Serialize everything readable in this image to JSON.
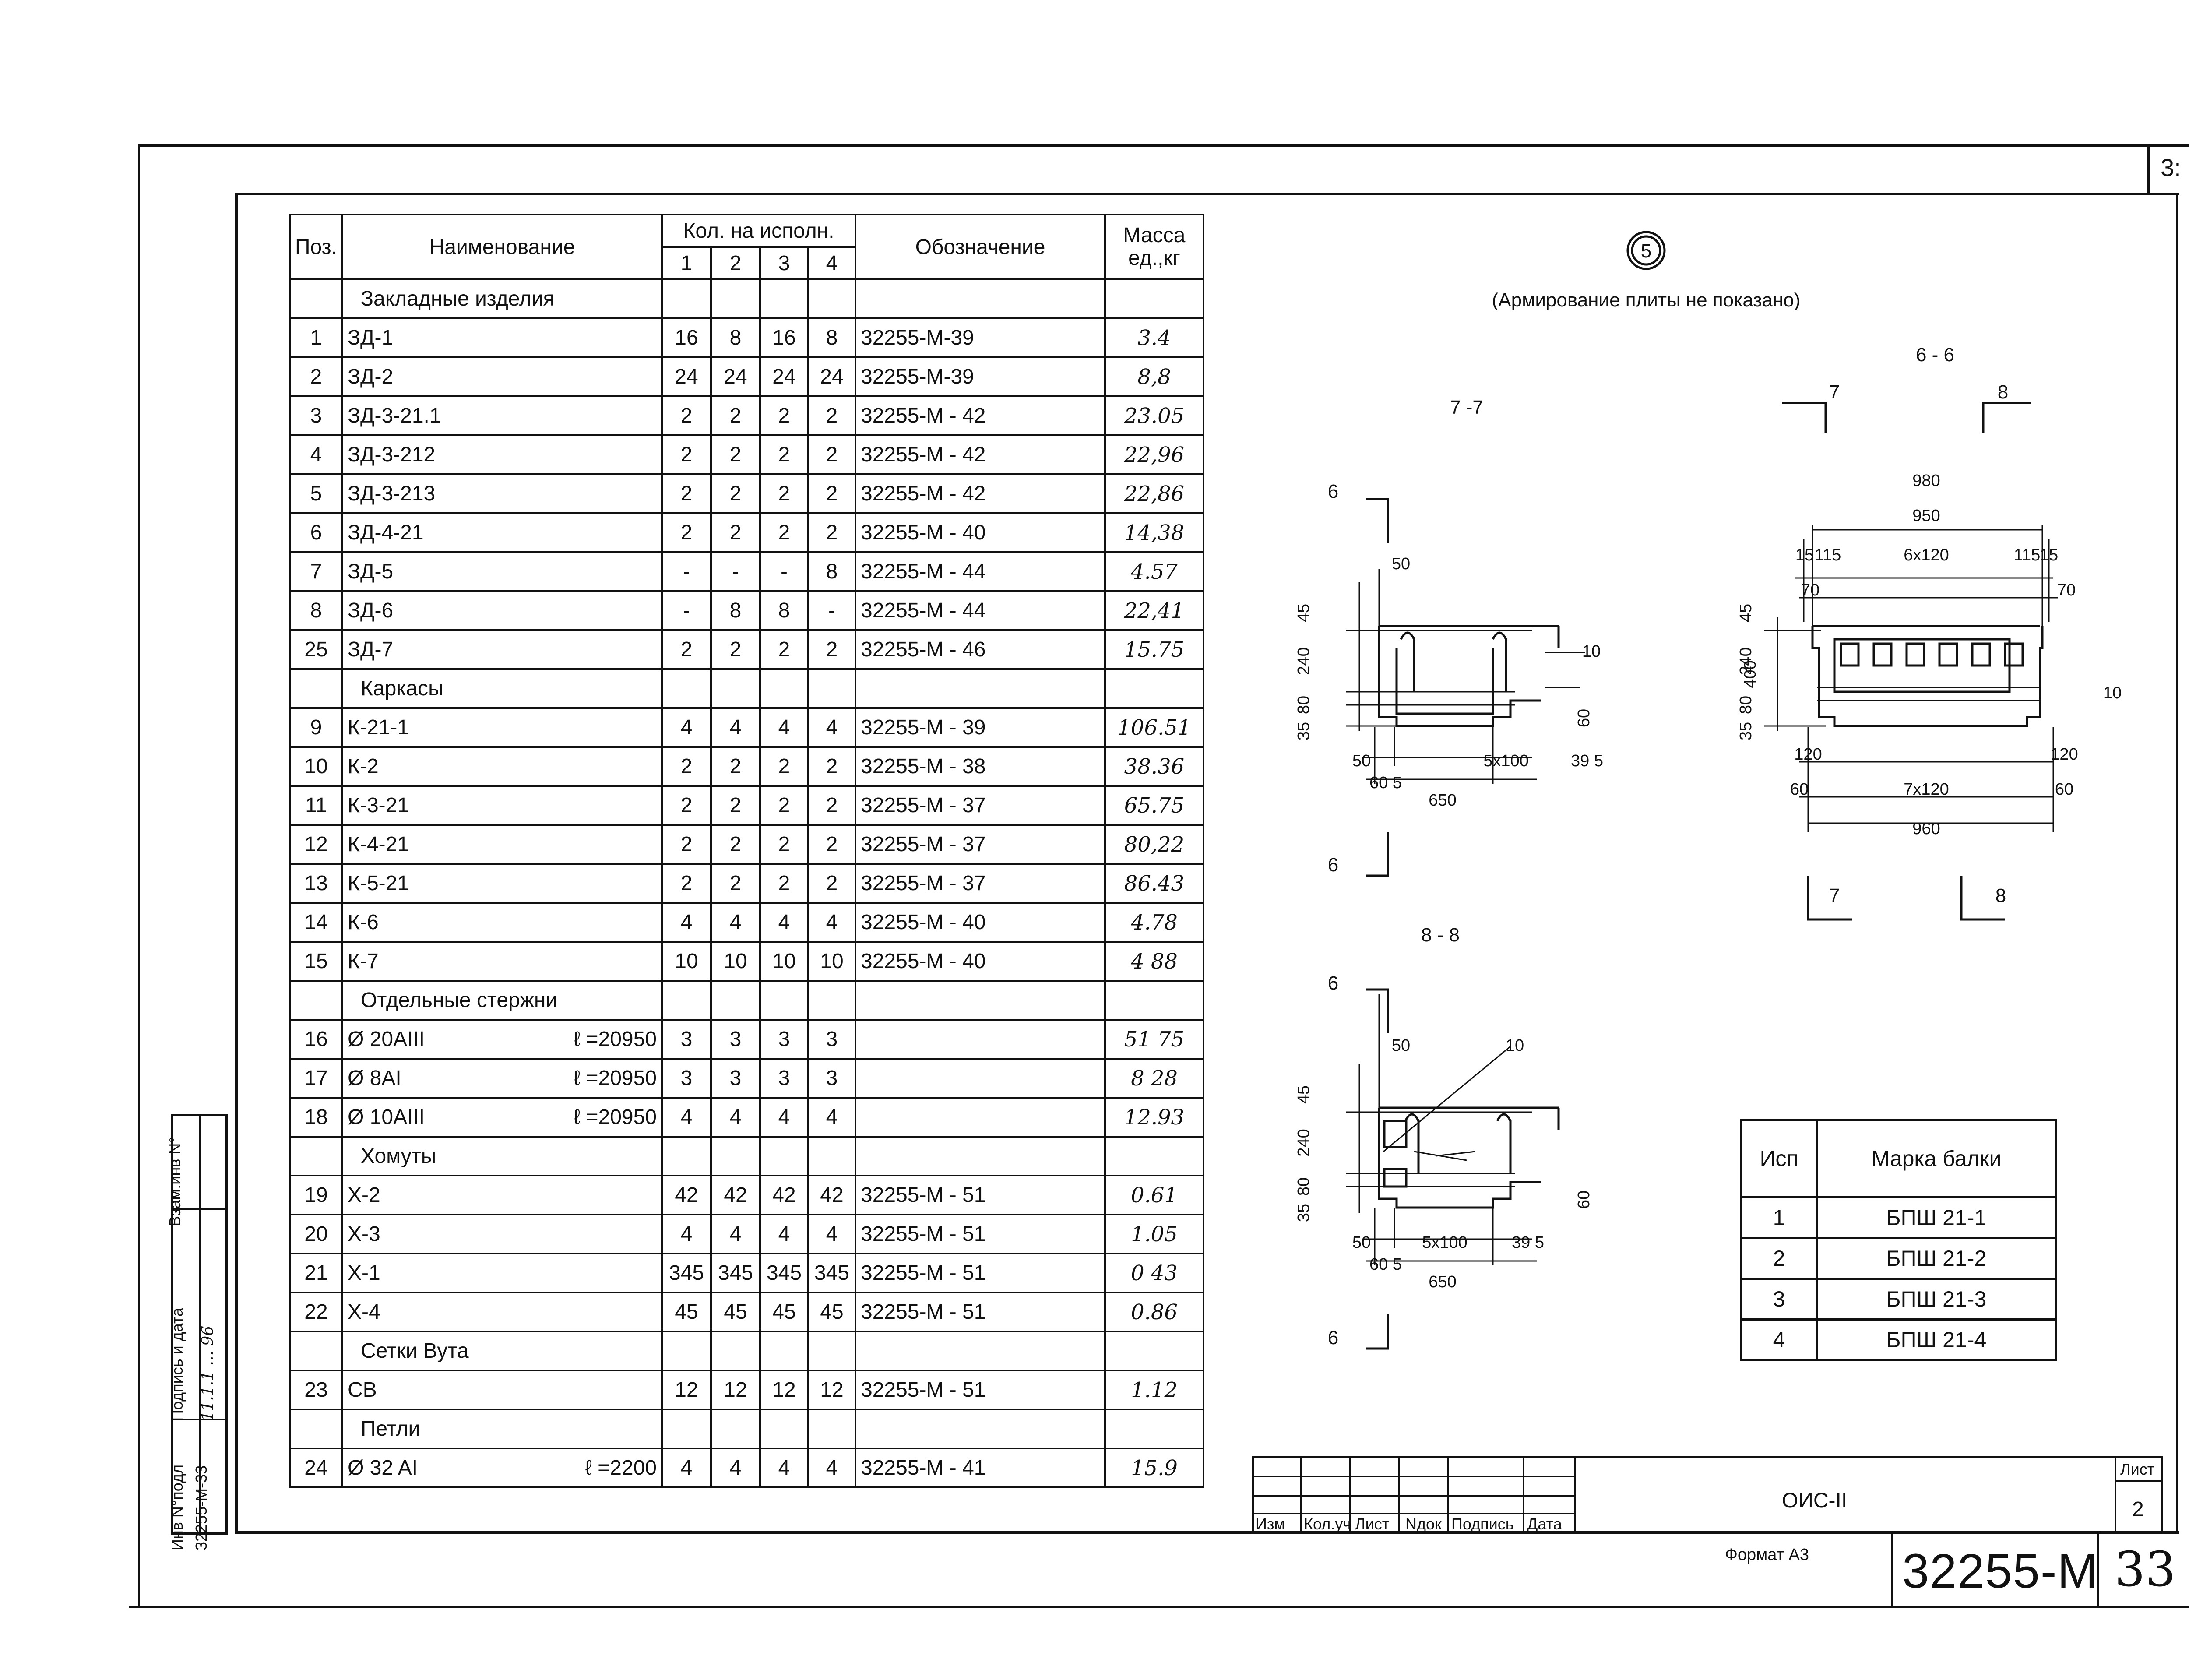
{
  "page_corner_number": "3:",
  "headers": {
    "pos": "Поз.",
    "name": "Наименование",
    "qty_group": "Кол. на исполн.",
    "qty_cols": [
      "1",
      "2",
      "3",
      "4"
    ],
    "designation": "Обозначение",
    "mass": "Масса ед.,кг"
  },
  "sections": [
    {
      "title": "Закладные изделия",
      "rows": [
        {
          "pos": "1",
          "name": "ЗД-1",
          "len": "",
          "q": [
            "16",
            "8",
            "16",
            "8"
          ],
          "des": "32255-М-39",
          "mass": "3.4"
        },
        {
          "pos": "2",
          "name": "ЗД-2",
          "len": "",
          "q": [
            "24",
            "24",
            "24",
            "24"
          ],
          "des": "32255-М-39",
          "mass": "8,8"
        },
        {
          "pos": "3",
          "name": "ЗД-3-21.1",
          "len": "",
          "q": [
            "2",
            "2",
            "2",
            "2"
          ],
          "des": "32255-М - 42",
          "mass": "23.05"
        },
        {
          "pos": "4",
          "name": "ЗД-3-212",
          "len": "",
          "q": [
            "2",
            "2",
            "2",
            "2"
          ],
          "des": "32255-М - 42",
          "mass": "22,96"
        },
        {
          "pos": "5",
          "name": "ЗД-3-213",
          "len": "",
          "q": [
            "2",
            "2",
            "2",
            "2"
          ],
          "des": "32255-М - 42",
          "mass": "22,86"
        },
        {
          "pos": "6",
          "name": "ЗД-4-21",
          "len": "",
          "q": [
            "2",
            "2",
            "2",
            "2"
          ],
          "des": "32255-М - 40",
          "mass": "14,38"
        },
        {
          "pos": "7",
          "name": "ЗД-5",
          "len": "",
          "q": [
            "-",
            "-",
            "-",
            "8"
          ],
          "des": "32255-М - 44",
          "mass": "4.57"
        },
        {
          "pos": "8",
          "name": "ЗД-6",
          "len": "",
          "q": [
            "-",
            "8",
            "8",
            "-"
          ],
          "des": "32255-М - 44",
          "mass": "22,41"
        },
        {
          "pos": "25",
          "name": "ЗД-7",
          "len": "",
          "q": [
            "2",
            "2",
            "2",
            "2"
          ],
          "des": "32255-М - 46",
          "mass": "15.75"
        }
      ]
    },
    {
      "title": "Каркасы",
      "rows": [
        {
          "pos": "9",
          "name": "К-21-1",
          "len": "",
          "q": [
            "4",
            "4",
            "4",
            "4"
          ],
          "des": "32255-М - 39",
          "mass": "106.51"
        },
        {
          "pos": "10",
          "name": "К-2",
          "len": "",
          "q": [
            "2",
            "2",
            "2",
            "2"
          ],
          "des": "32255-М - 38",
          "mass": "38.36"
        },
        {
          "pos": "11",
          "name": "К-3-21",
          "len": "",
          "q": [
            "2",
            "2",
            "2",
            "2"
          ],
          "des": "32255-М - 37",
          "mass": "65.75"
        },
        {
          "pos": "12",
          "name": "К-4-21",
          "len": "",
          "q": [
            "2",
            "2",
            "2",
            "2"
          ],
          "des": "32255-М - 37",
          "mass": "80,22"
        },
        {
          "pos": "13",
          "name": "К-5-21",
          "len": "",
          "q": [
            "2",
            "2",
            "2",
            "2"
          ],
          "des": "32255-М - 37",
          "mass": "86.43"
        },
        {
          "pos": "14",
          "name": "К-6",
          "len": "",
          "q": [
            "4",
            "4",
            "4",
            "4"
          ],
          "des": "32255-М - 40",
          "mass": "4.78"
        },
        {
          "pos": "15",
          "name": "К-7",
          "len": "",
          "q": [
            "10",
            "10",
            "10",
            "10"
          ],
          "des": "32255-М - 40",
          "mass": "4 88"
        }
      ]
    },
    {
      "title": "Отдельные стержни",
      "rows": [
        {
          "pos": "16",
          "name": "Ø 20AIII",
          "len": "ℓ =20950",
          "q": [
            "3",
            "3",
            "3",
            "3"
          ],
          "des": "",
          "mass": "51 75"
        },
        {
          "pos": "17",
          "name": "Ø 8AI",
          "len": "ℓ =20950",
          "q": [
            "3",
            "3",
            "3",
            "3"
          ],
          "des": "",
          "mass": "8 28"
        },
        {
          "pos": "18",
          "name": "Ø 10AIII",
          "len": "ℓ =20950",
          "q": [
            "4",
            "4",
            "4",
            "4"
          ],
          "des": "",
          "mass": "12.93"
        }
      ]
    },
    {
      "title": "Хомуты",
      "rows": [
        {
          "pos": "19",
          "name": "Х-2",
          "len": "",
          "q": [
            "42",
            "42",
            "42",
            "42"
          ],
          "des": "32255-М - 51",
          "mass": "0.61"
        },
        {
          "pos": "20",
          "name": "Х-3",
          "len": "",
          "q": [
            "4",
            "4",
            "4",
            "4"
          ],
          "des": "32255-М - 51",
          "mass": "1.05"
        },
        {
          "pos": "21",
          "name": "Х-1",
          "len": "",
          "q": [
            "345",
            "345",
            "345",
            "345"
          ],
          "des": "32255-М - 51",
          "mass": "0 43"
        },
        {
          "pos": "22",
          "name": "Х-4",
          "len": "",
          "q": [
            "45",
            "45",
            "45",
            "45"
          ],
          "des": "32255-М - 51",
          "mass": "0.86"
        }
      ]
    },
    {
      "title": "Сетки Вута",
      "rows": [
        {
          "pos": "23",
          "name": "СВ",
          "len": "",
          "q": [
            "12",
            "12",
            "12",
            "12"
          ],
          "des": "32255-М - 51",
          "mass": "1.12"
        }
      ]
    },
    {
      "title": "Петли",
      "rows": [
        {
          "pos": "24",
          "name": "Ø 32 AI",
          "len": "ℓ =2200",
          "q": [
            "4",
            "4",
            "4",
            "4"
          ],
          "des": "32255-М - 41",
          "mass": "15.9"
        }
      ]
    }
  ],
  "drawing": {
    "mark": "5",
    "note": "(Армирование плиты не показано)",
    "section_66": "6 - 6",
    "section_77": "7 -7",
    "section_88": "8 - 8",
    "cut6": "6",
    "cut7": "7",
    "cut8": "8",
    "dims_77": {
      "d50": "50",
      "d45": "45",
      "d240": "240",
      "d35": "35",
      "d80": "80",
      "d10": "10",
      "d60": "60",
      "d50b": "50",
      "d5x100": "5x100",
      "d395": "39 5",
      "d605": "60 5",
      "d650": "650"
    },
    "dims_66": {
      "d980": "980",
      "d950": "950",
      "d15a": "15",
      "d115a": "115",
      "d6x120": "6x120",
      "d115b": "115",
      "d15b": "15",
      "d70a": "70",
      "d70b": "70",
      "d45": "45",
      "d400": "400",
      "d240": "240",
      "d80": "80",
      "d35": "35",
      "d10": "10",
      "d120a": "120",
      "d120b": "120",
      "d60a": "60",
      "d7x120": "7x120",
      "d60b": "60",
      "d960": "960"
    }
  },
  "marks_table": {
    "head": [
      "Исп",
      "Марка балки"
    ],
    "rows": [
      [
        "1",
        "БПШ 21-1"
      ],
      [
        "2",
        "БПШ 21-2"
      ],
      [
        "3",
        "БПШ 21-3"
      ],
      [
        "4",
        "БПШ 21-4"
      ]
    ]
  },
  "side_stamp": {
    "inv": "Инв N°подл",
    "inv_val": "32255-М-33",
    "sign": "Подпись и дата",
    "sign_val": "11.1.1 ... 96",
    "vzam": "Взам.инв N°"
  },
  "title_block": {
    "cols": [
      "Изм",
      "Кол.уч",
      "Лист",
      "Nдок",
      "Подпись",
      "Дата"
    ],
    "title": "ОИС-II",
    "sheet_label": "Лист",
    "sheet_num": "2",
    "format": "Формат А3",
    "doc": "32255-М",
    "page": "33"
  }
}
